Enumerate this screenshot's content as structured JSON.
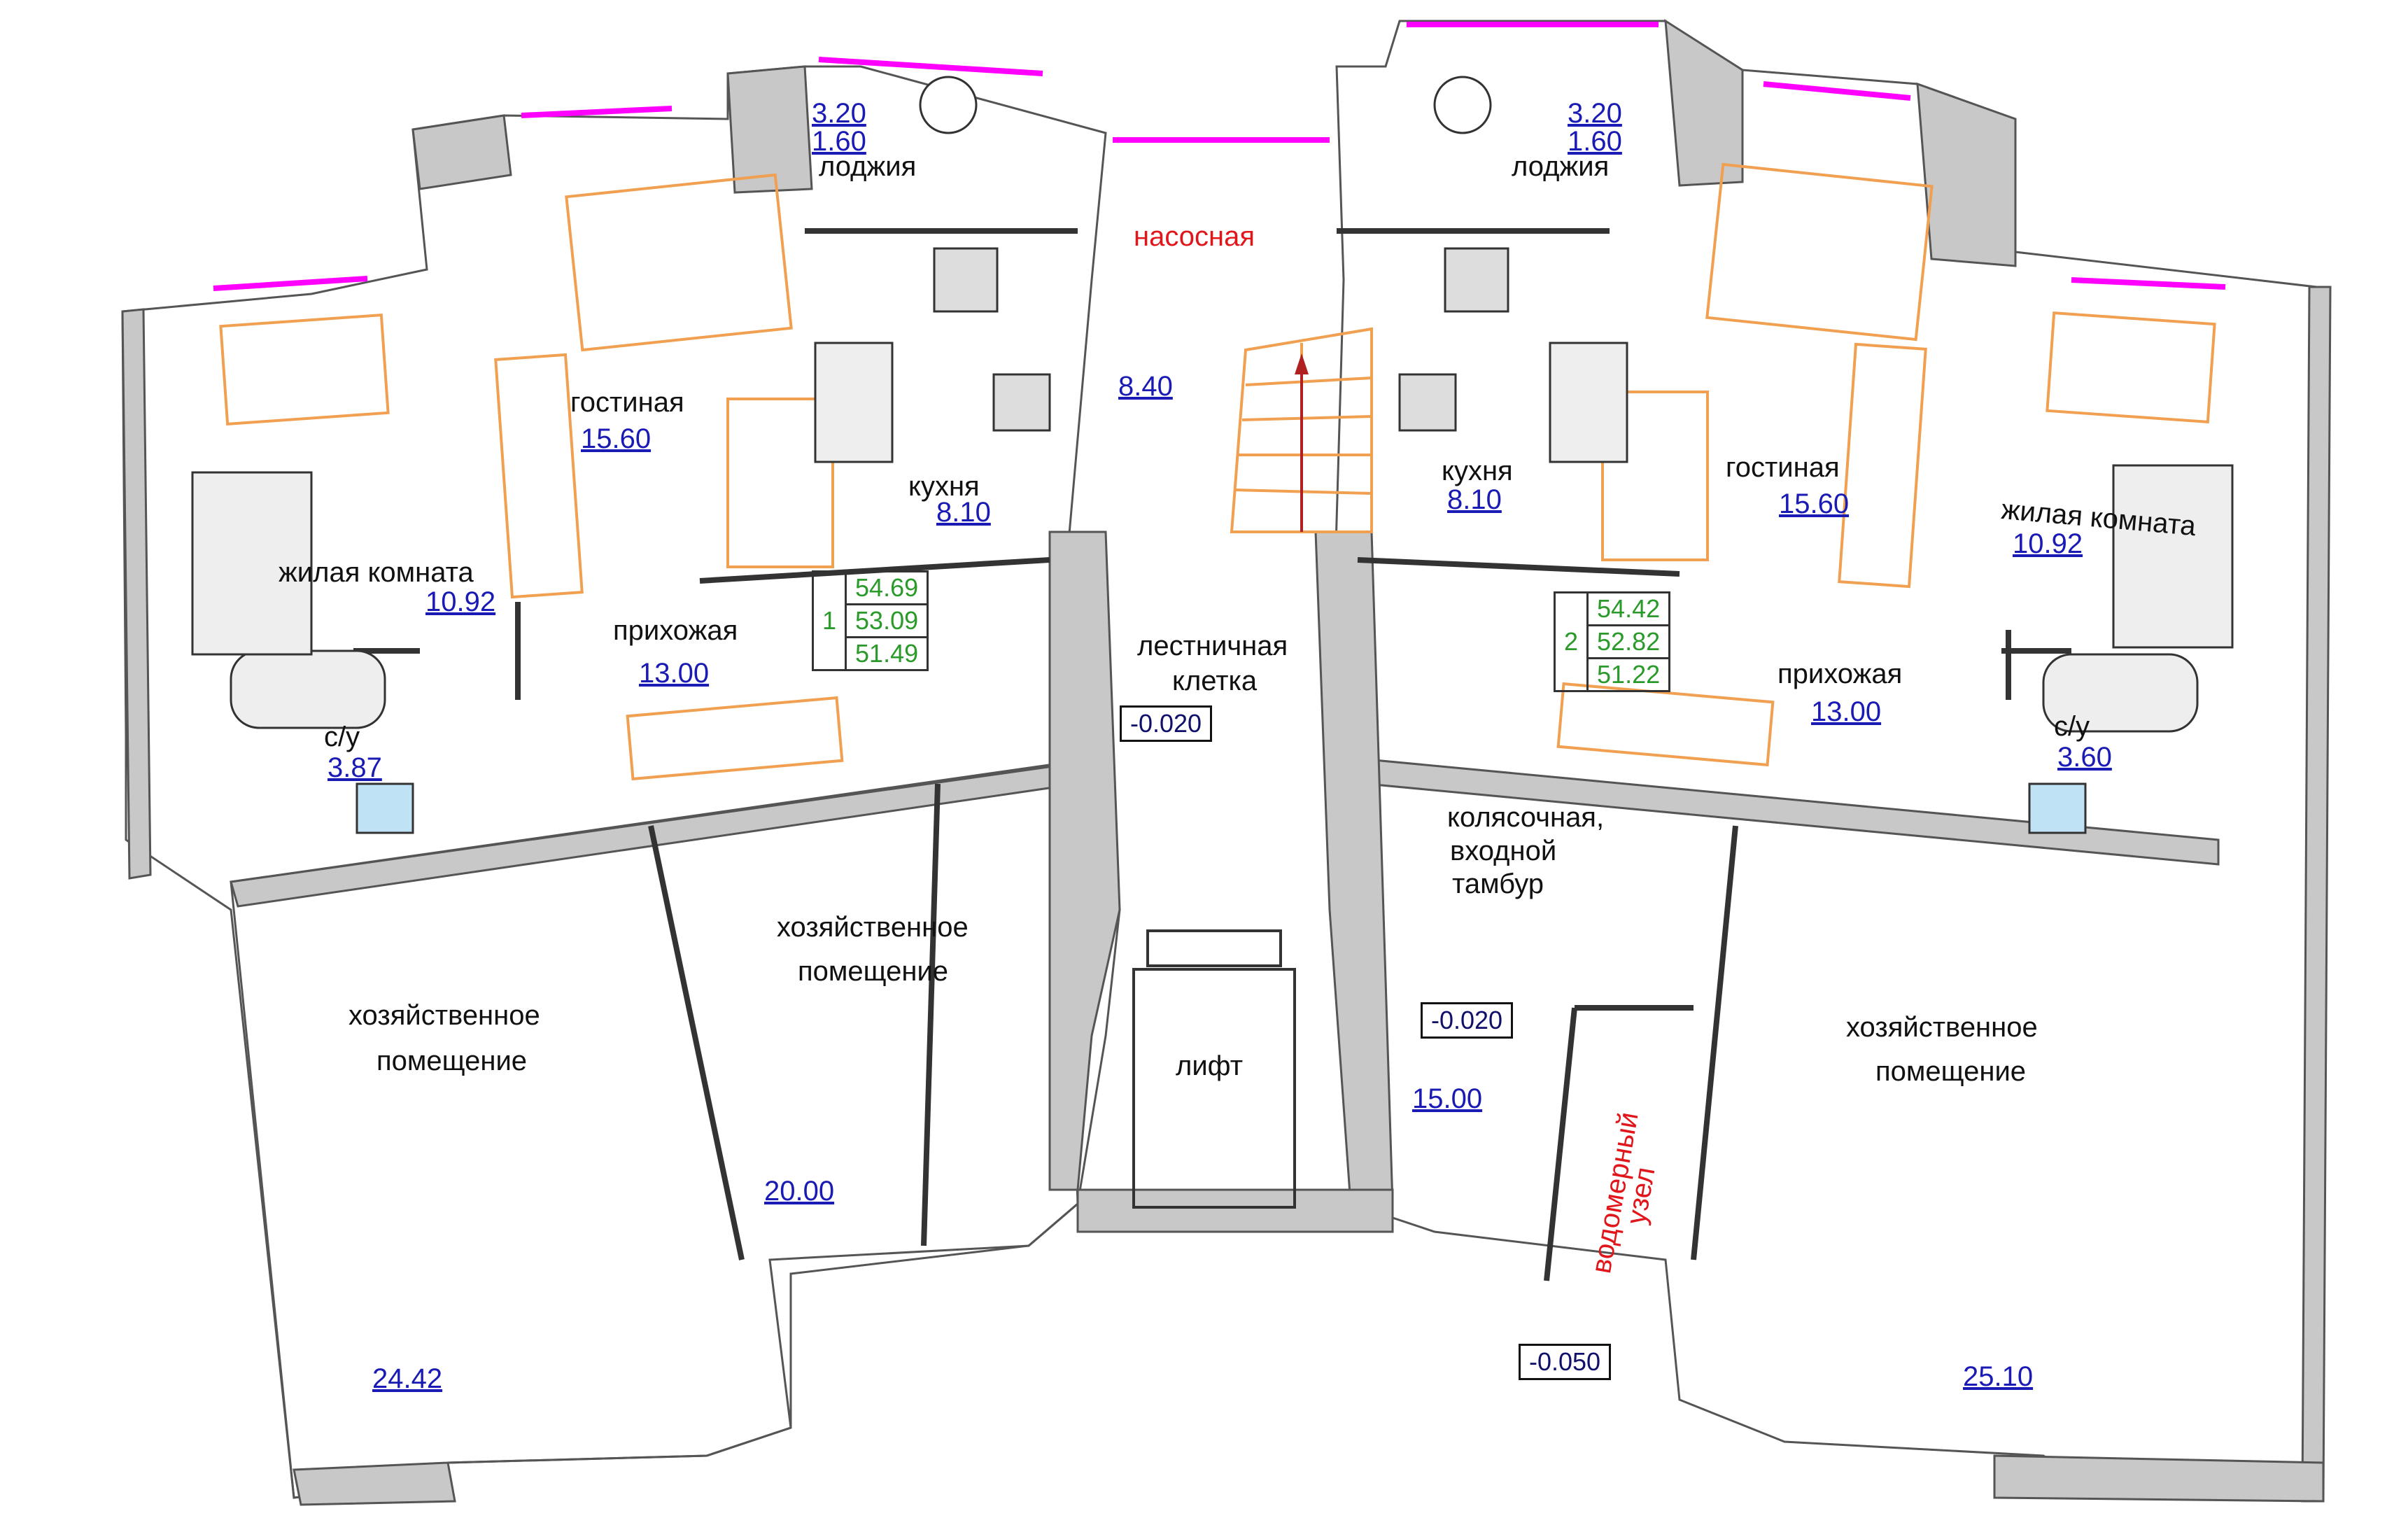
{
  "rooms_left": {
    "living_room": {
      "name": "жилая комната",
      "area": "10.92"
    },
    "lounge": {
      "name": "гостиная",
      "area": "15.60"
    },
    "loggia": {
      "name": "лоджия",
      "dim_1": "3.20",
      "dim_2": "1.60"
    },
    "kitchen": {
      "name": "кухня",
      "area": "8.10"
    },
    "hall": {
      "name": "прихожая",
      "area": "13.00"
    },
    "bathroom": {
      "name": "с/у",
      "area": "3.87"
    },
    "apartment_table": {
      "number": "1",
      "v1": "54.69",
      "v2": "53.09",
      "v3": "51.49"
    }
  },
  "rooms_right": {
    "living_room": {
      "name": "жилая комната",
      "area": "10.92"
    },
    "lounge": {
      "name": "гостиная",
      "area": "15.60"
    },
    "loggia": {
      "name": "лоджия",
      "dim_1": "3.20",
      "dim_2": "1.60"
    },
    "kitchen": {
      "name": "кухня",
      "area": "8.10"
    },
    "hall": {
      "name": "прихожая",
      "area": "13.00"
    },
    "bathroom": {
      "name": "с/у",
      "area": "3.60"
    },
    "apartment_table": {
      "number": "2",
      "v1": "54.42",
      "v2": "52.82",
      "v3": "51.22"
    }
  },
  "common": {
    "pump_room": {
      "name": "насосная",
      "area": "8.40"
    },
    "stairwell": {
      "name_line1": "лестничная",
      "name_line2": "клетка",
      "level": "-0.020"
    },
    "lift": {
      "name": "лифт"
    },
    "vestibule": {
      "name_line1": "колясочная,",
      "name_line2": "входной",
      "name_line3": "тамбур",
      "level": "-0.020",
      "area": "15.00"
    },
    "water_meter": {
      "name_line1": "водомерный",
      "name_line2": "узел"
    },
    "entrance_level": "-0.050"
  },
  "utility_rooms": {
    "left_outer": {
      "name_line1": "хозяйственное",
      "name_line2": "помещение",
      "area": "24.42"
    },
    "left_inner": {
      "name_line1": "хозяйственное",
      "name_line2": "помещение",
      "area": "20.00"
    },
    "right_outer": {
      "name_line1": "хозяйственное",
      "name_line2": "помещение",
      "area": "25.10"
    }
  },
  "colors": {
    "wall": "#c8c8c8",
    "wall_stroke": "#555555",
    "window": "#ff00ff",
    "area_text": "#1a1ab4",
    "red_text": "#e0161b",
    "table_text": "#2a9a2a",
    "furniture": "#f0a050"
  }
}
